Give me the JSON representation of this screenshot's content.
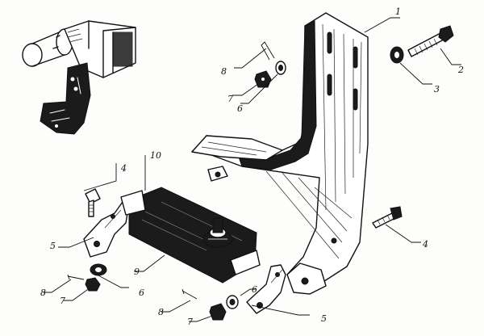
{
  "diagram": {
    "callouts": {
      "c1": "1",
      "c2": "2",
      "c3": "3",
      "c4a": "4",
      "c4b": "4",
      "c5a": "5",
      "c5b": "5",
      "c6a": "6",
      "c6b": "6",
      "c6c": "6",
      "c7a": "7",
      "c7b": "7",
      "c7c": "7",
      "c8a": "8",
      "c8b": "8",
      "c8c": "8",
      "c9": "9",
      "c10": "10"
    }
  }
}
